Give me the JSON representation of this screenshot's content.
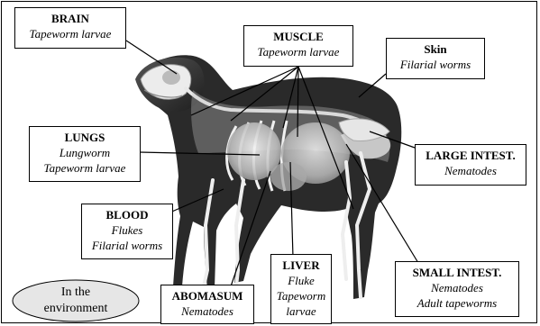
{
  "labels": {
    "brain": {
      "title": "BRAIN",
      "lines": [
        "Tapeworm larvae"
      ]
    },
    "muscle": {
      "title": "MUSCLE",
      "lines": [
        "Tapeworm larvae"
      ]
    },
    "skin": {
      "title": "Skin",
      "lines": [
        "Filarial worms"
      ]
    },
    "lungs": {
      "title": "LUNGS",
      "lines": [
        "Lungworm",
        "Tapeworm larvae"
      ]
    },
    "large_intest": {
      "title": "LARGE INTEST.",
      "lines": [
        "Nematodes"
      ]
    },
    "blood": {
      "title": "BLOOD",
      "lines": [
        "Flukes",
        "Filarial worms"
      ]
    },
    "liver": {
      "title": "LIVER",
      "lines": [
        "Fluke",
        "Tapeworm",
        "larvae"
      ]
    },
    "small_intest": {
      "title": "SMALL INTEST.",
      "lines": [
        "Nematodes",
        "Adult tapeworms"
      ]
    },
    "abomasum": {
      "title": "ABOMASUM",
      "lines": [
        "Nematodes"
      ]
    }
  },
  "environment": {
    "line1": "In the",
    "line2": "environment"
  },
  "colors": {
    "silhouette": "#2b2b2b",
    "organ": "#cfcfcf",
    "bone": "#eaeaea"
  }
}
